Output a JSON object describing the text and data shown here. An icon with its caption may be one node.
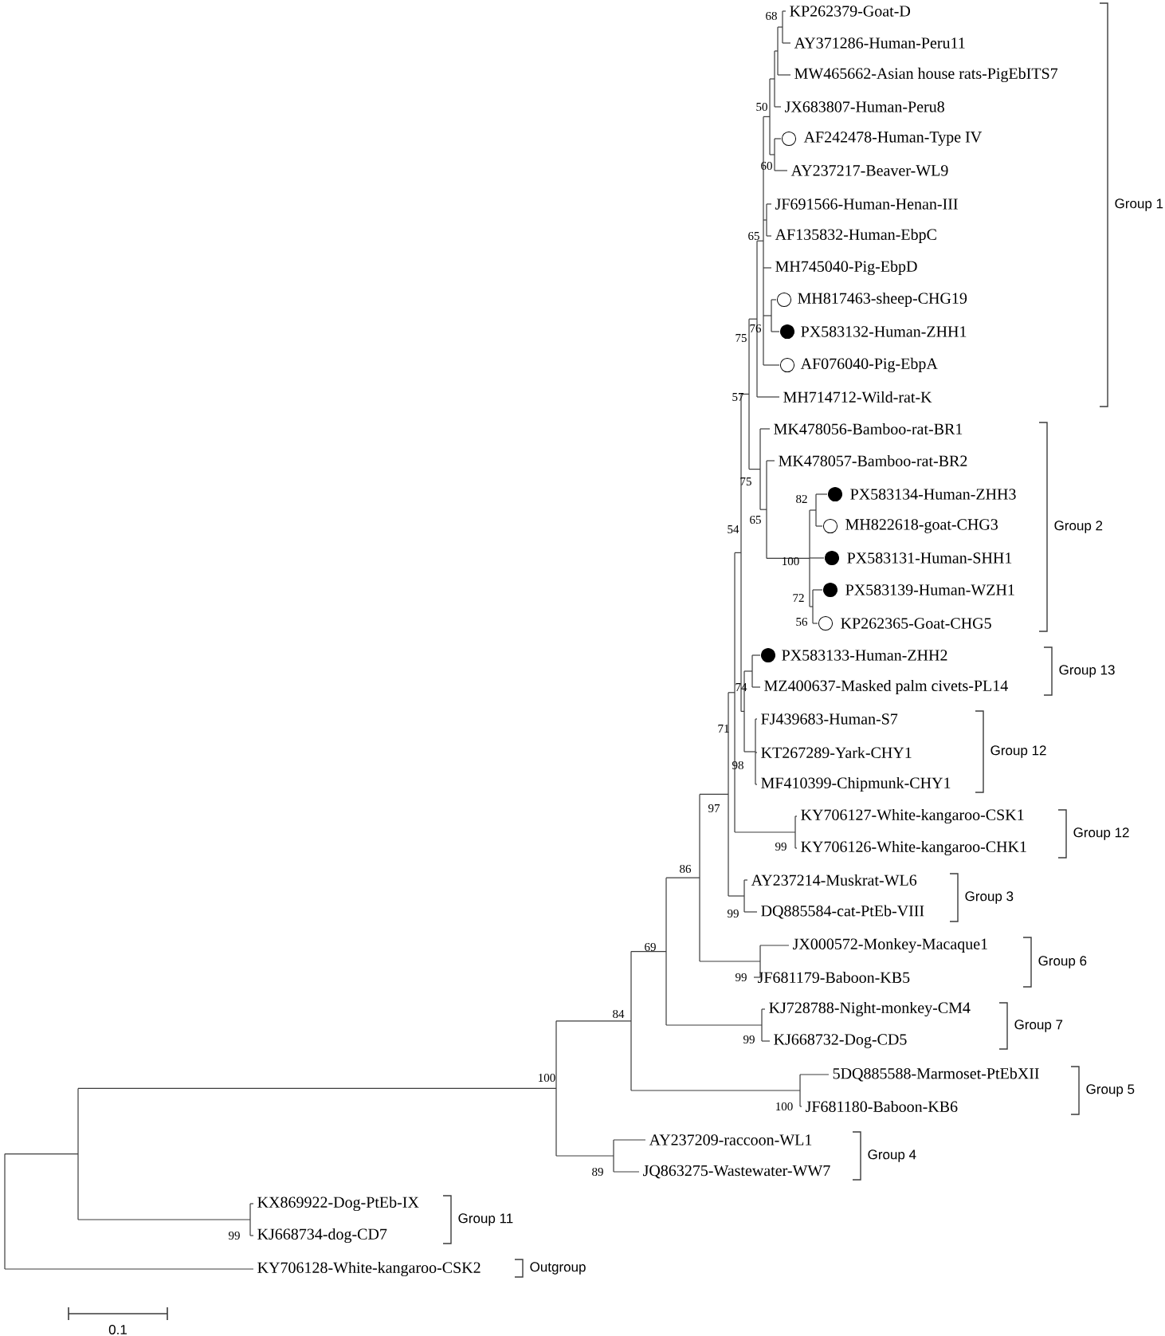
{
  "diagram": {
    "labels": [
      "KP262379-Goat-D",
      "AY371286-Human-Peru11",
      "MW465662-Asian house rats-PigEbITS7",
      "JX683807-Human-Peru8",
      "AF242478-Human-Type IV",
      "AY237217-Beaver-WL9",
      "JF691566-Human-Henan-III",
      "AF135832-Human-EbpC",
      "MH745040-Pig-EbpD",
      "MH817463-sheep-CHG19",
      "PX583132-Human-ZHH1",
      "AF076040-Pig-EbpA",
      "MH714712-Wild-rat-K",
      "MK478056-Bamboo-rat-BR1",
      "MK478057-Bamboo-rat-BR2",
      "PX583134-Human-ZHH3",
      "MH822618-goat-CHG3",
      "PX583131-Human-SHH1",
      "PX583139-Human-WZH1",
      "KP262365-Goat-CHG5",
      "PX583133-Human-ZHH2",
      "MZ400637-Masked palm civets-PL14",
      "FJ439683-Human-S7",
      "KT267289-Yark-CHY1",
      "MF410399-Chipmunk-CHY1",
      "KY706127-White-kangaroo-CSK1",
      "KY706126-White-kangaroo-CHK1",
      "AY237214-Muskrat-WL6",
      "DQ885584-cat-PtEb-VIII",
      "JX000572-Monkey-Macaque1",
      "JF681179-Baboon-KB5",
      "KJ728788-Night-monkey-CM4",
      "KJ668732-Dog-CD5",
      "5DQ885588-Marmoset-PtEbXII",
      "JF681180-Baboon-KB6",
      "AY237209-raccoon-WL1",
      "JQ863275-Wastewater-WW7",
      "KX869922-Dog-PtEb-IX",
      "KJ668734-dog-CD7",
      "KY706128-White-kangaroo-CSK2",
      "68",
      "50",
      "60",
      "65",
      "75",
      "76",
      "57",
      "75",
      "82",
      "65",
      "54",
      "100",
      "72",
      "56",
      "74",
      "71",
      "98",
      "97",
      "99",
      "86",
      "99",
      "69",
      "99",
      "84",
      "99",
      "100",
      "100",
      "89",
      "99",
      "Group 1",
      "Group 2",
      "Group 13",
      "Group 12",
      "Group 12",
      "Group 3",
      "Group 6",
      "Group 7",
      "Group 5",
      "Group 4",
      "Group 11",
      "Outgroup",
      "0.1"
    ]
  }
}
